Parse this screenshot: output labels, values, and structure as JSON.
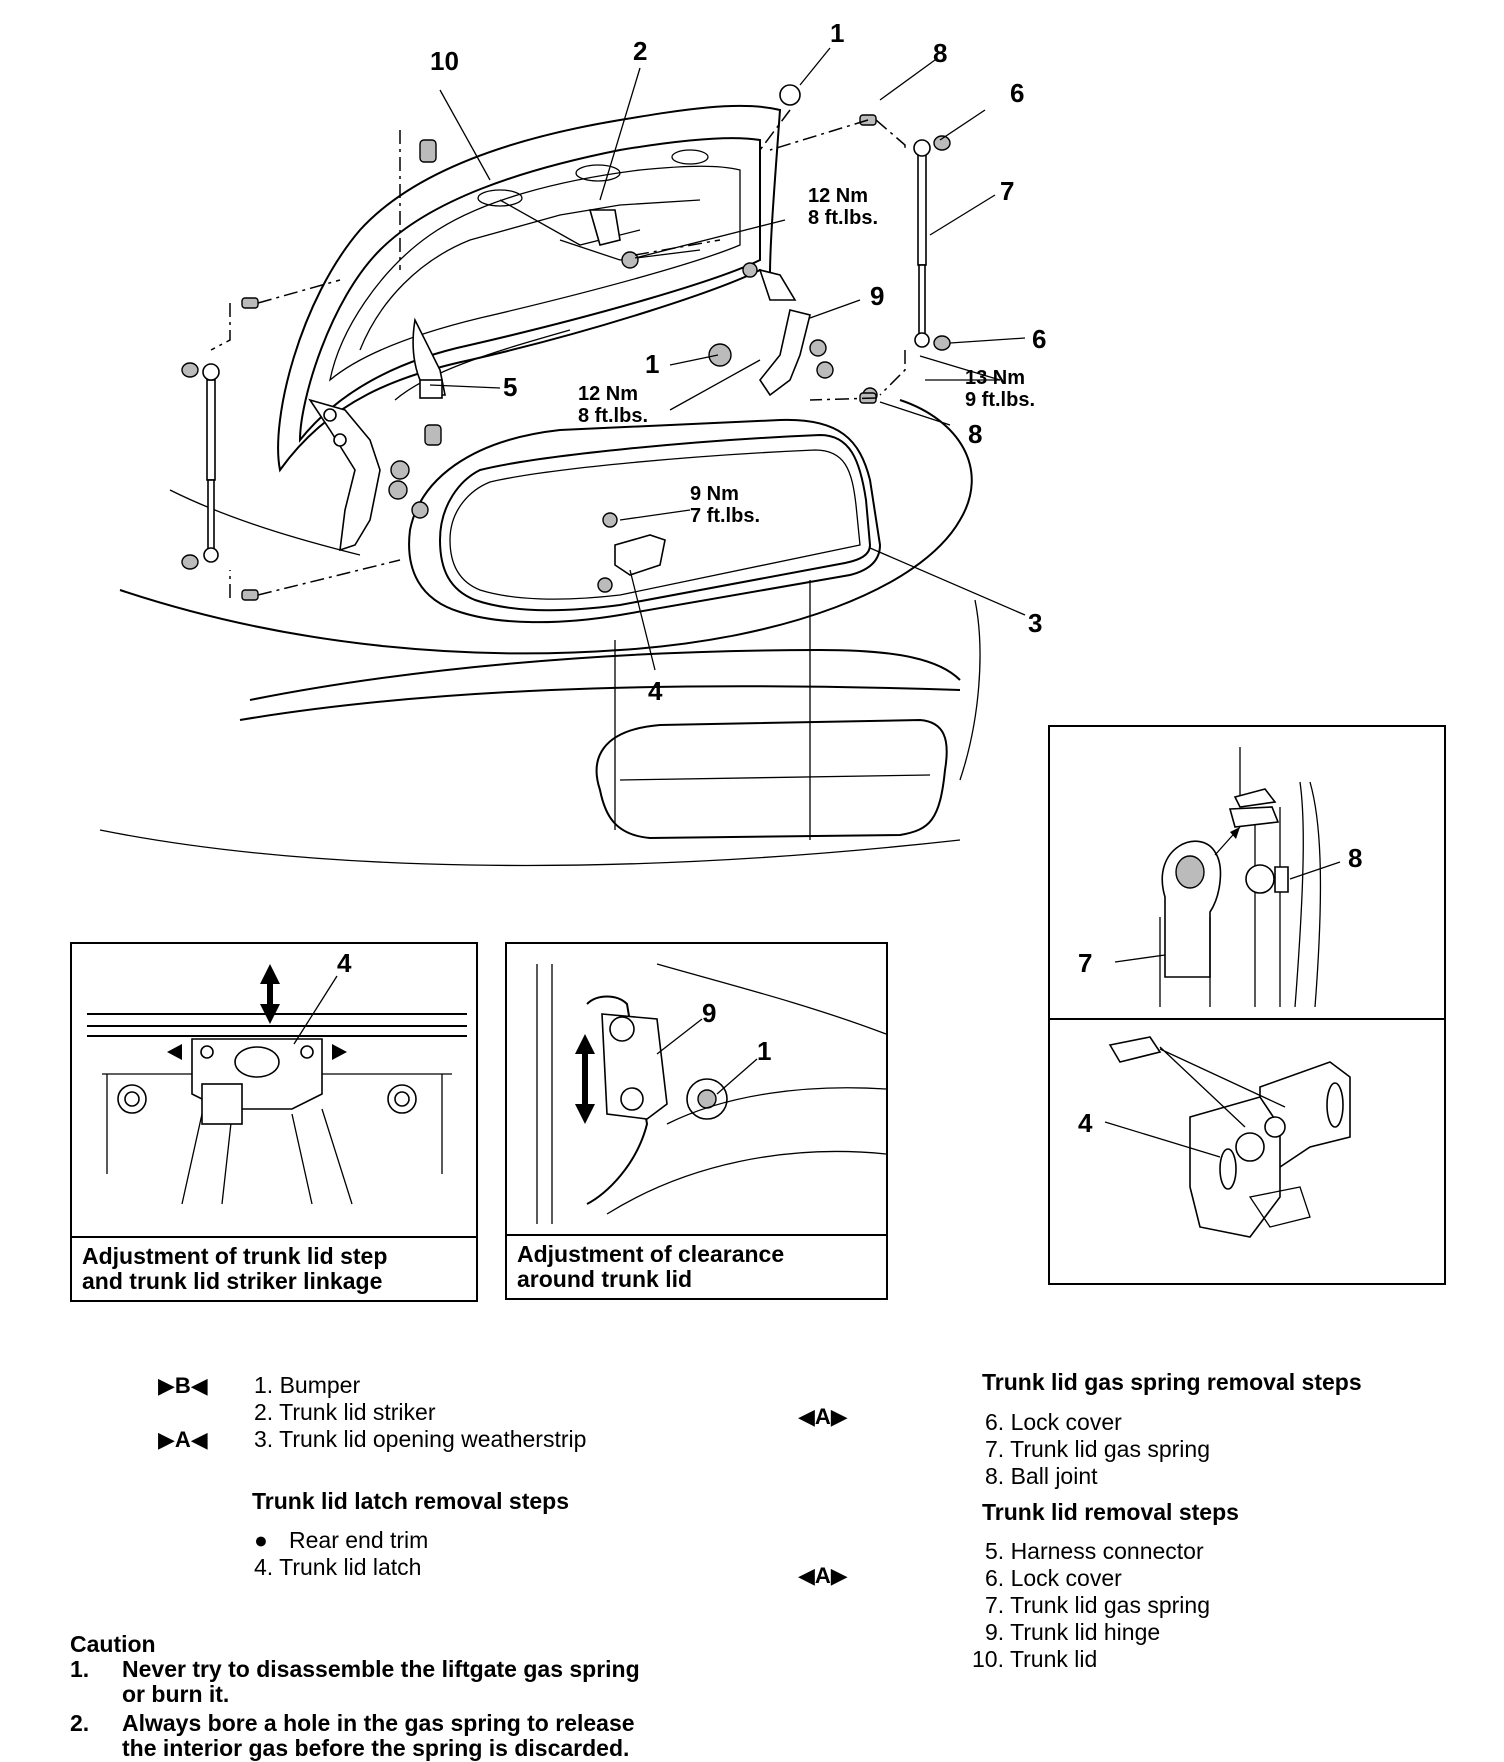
{
  "diagram": {
    "callouts": {
      "c1_top": "1",
      "c2": "2",
      "c10": "10",
      "c8_top": "8",
      "c6_top": "6",
      "c7": "7",
      "c9": "9",
      "c6_mid": "6",
      "c8_mid": "8",
      "c5": "5",
      "c1_mid": "1",
      "c3": "3",
      "c4": "4"
    },
    "torques": {
      "t1a": "12 Nm",
      "t1b": "8 ft.lbs.",
      "t2a": "12 Nm",
      "t2b": "8 ft.lbs.",
      "t3a": "13 Nm",
      "t3b": "9 ft.lbs.",
      "t4a": "9 Nm",
      "t4b": "7 ft.lbs."
    },
    "inset_latch": {
      "label": "4",
      "caption_l1": "Adjustment of trunk lid step",
      "caption_l2": "and trunk lid striker linkage"
    },
    "inset_clearance": {
      "label9": "9",
      "label1": "1",
      "caption_l1": "Adjustment of clearance",
      "caption_l2": "around trunk lid"
    },
    "inset_right": {
      "label8": "8",
      "label7": "7",
      "label4": "4"
    }
  },
  "legend_left": {
    "marker_b": "▶B◀",
    "marker_a": "▶A◀",
    "items": [
      "1. Bumper",
      "2. Trunk lid striker",
      "3. Trunk lid opening weatherstrip"
    ],
    "latch_heading": "Trunk lid latch removal steps",
    "latch_items": [
      "Rear end trim",
      "4. Trunk lid latch"
    ],
    "bullet": "●"
  },
  "legend_mid": {
    "marker_a1": "◀A▶",
    "marker_a2": "◀A▶"
  },
  "legend_right": {
    "gas_heading": "Trunk lid gas spring removal steps",
    "gas_items": [
      "6. Lock cover",
      "7. Trunk lid gas spring",
      "8. Ball joint"
    ],
    "lid_heading": "Trunk lid removal steps",
    "lid_items": [
      "5. Harness connector",
      "6. Lock cover",
      "7. Trunk lid gas spring",
      "9. Trunk lid hinge",
      "10. Trunk lid"
    ]
  },
  "caution": {
    "heading": "Caution",
    "n1": "1.",
    "l1a": "Never try to disassemble the liftgate gas spring",
    "l1b": "or burn it.",
    "n2": "2.",
    "l2a": "Always bore a hole in the gas spring to release",
    "l2b": "the interior gas before the spring is discarded."
  }
}
